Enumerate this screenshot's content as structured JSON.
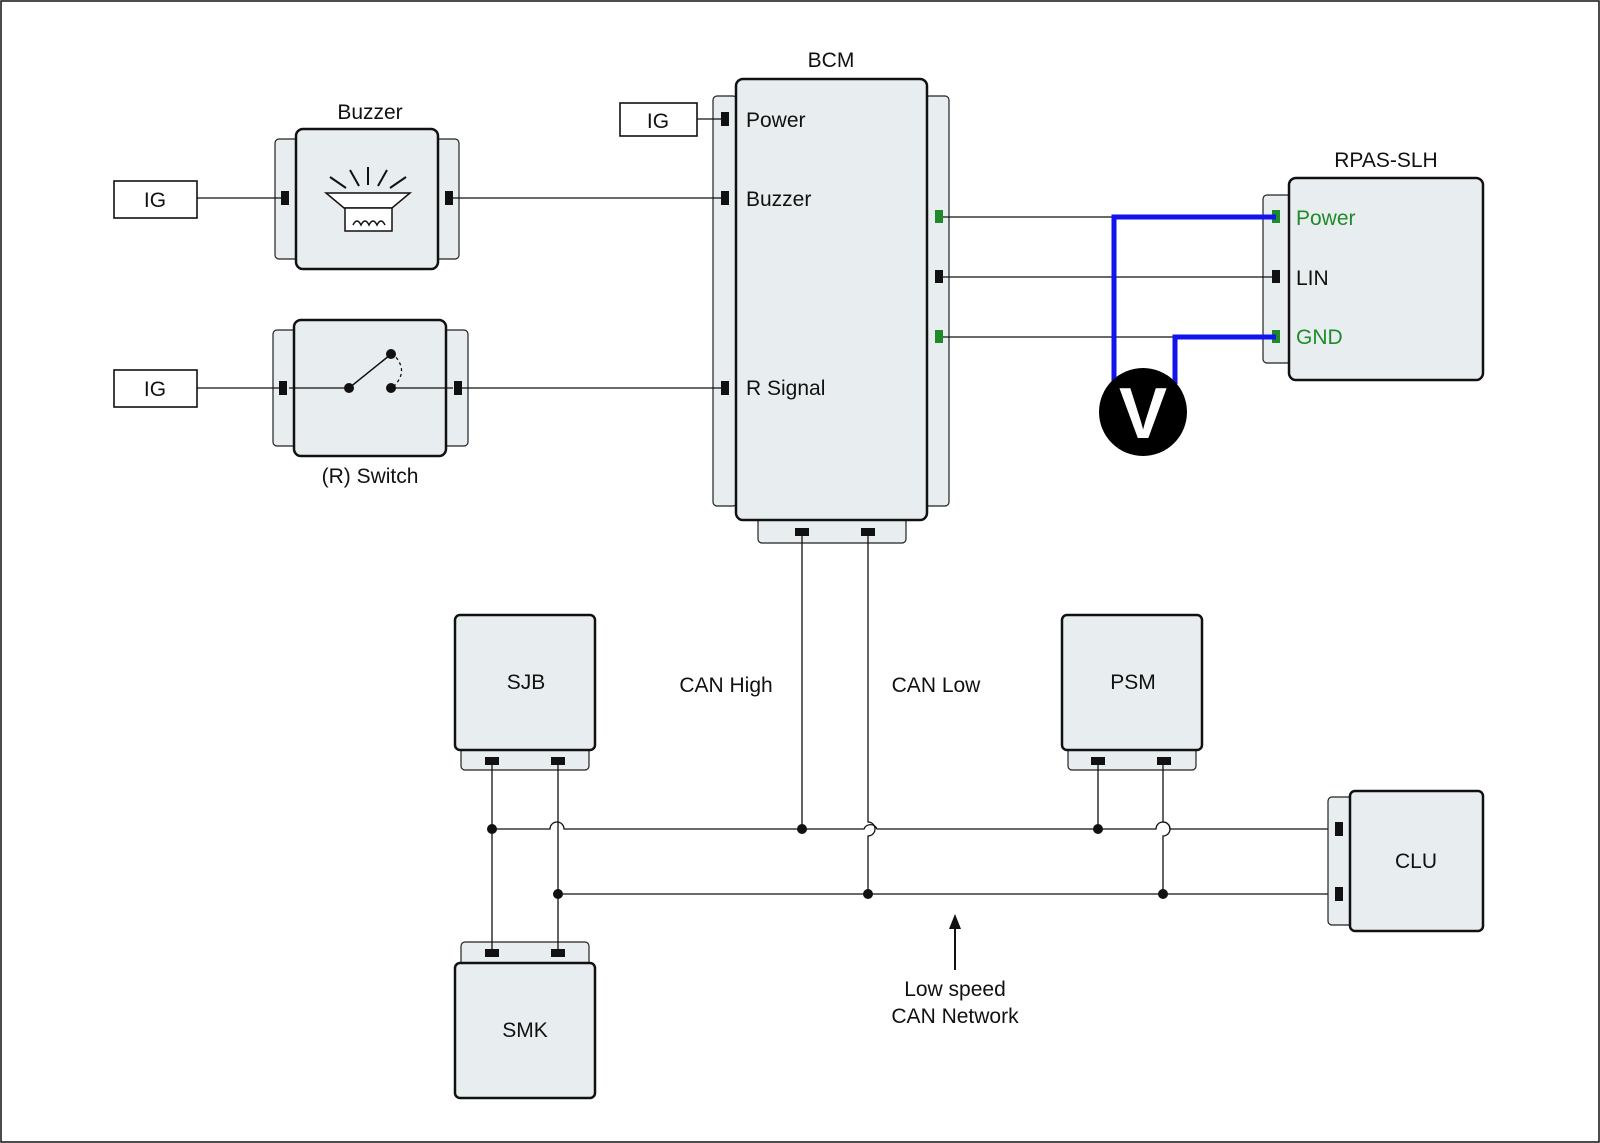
{
  "components": {
    "bcm": {
      "title": "BCM",
      "pin_power": "Power",
      "pin_buzzer": "Buzzer",
      "pin_rsignal": "R Signal"
    },
    "buzzer": {
      "title": "Buzzer"
    },
    "switch": {
      "title": "(R) Switch"
    },
    "ig_labels": [
      "IG",
      "IG",
      "IG"
    ],
    "rpas": {
      "title": "RPAS-SLH",
      "pin_power": "Power",
      "pin_lin": "LIN",
      "pin_gnd": "GND"
    },
    "voltmeter": {
      "symbol": "V"
    },
    "sjb": {
      "title": "SJB"
    },
    "smk": {
      "title": "SMK"
    },
    "psm": {
      "title": "PSM"
    },
    "clu": {
      "title": "CLU"
    }
  },
  "bus": {
    "can_high": "CAN High",
    "can_low": "CAN Low",
    "network_line1": "Low speed",
    "network_line2": "CAN Network"
  },
  "colors": {
    "probe_wire": "#1313ee",
    "active_pin": "#1f8a2a",
    "module_fill": "#e8eeef"
  }
}
